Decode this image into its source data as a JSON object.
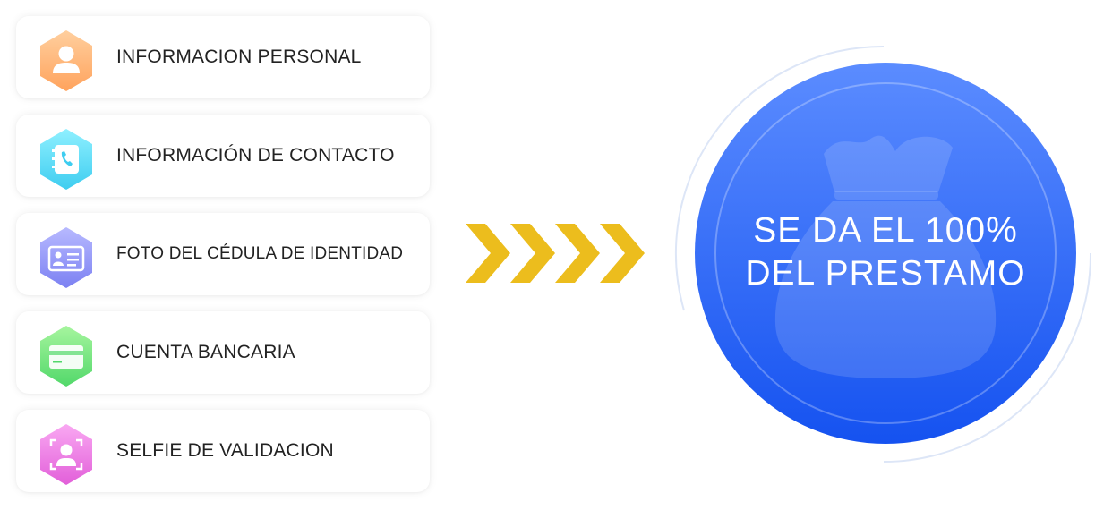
{
  "steps": [
    {
      "label": "INFORMACION PERSONAL",
      "icon": "person-icon",
      "color_top": "#ffcf9e",
      "color_bottom": "#ffa35d"
    },
    {
      "label": "INFORMACIÓN DE CONTACTO",
      "icon": "phone-book-icon",
      "color_top": "#8ff0ff",
      "color_bottom": "#3ecdf0"
    },
    {
      "label": "FOTO DEL CÉDULA DE IDENTIDAD",
      "icon": "id-card-icon",
      "color_top": "#b7b9ff",
      "color_bottom": "#7c81f2"
    },
    {
      "label": "CUENTA BANCARIA",
      "icon": "bank-card-icon",
      "color_top": "#a6f59e",
      "color_bottom": "#52d86a"
    },
    {
      "label": "SELFIE DE VALIDACION",
      "icon": "selfie-icon",
      "color_top": "#f9a8f2",
      "color_bottom": "#e25fd9"
    }
  ],
  "arrows": {
    "count": 4,
    "color": "#ecbd1d",
    "icon": "chevron-right-icon"
  },
  "result": {
    "line1": "SE DA EL 100%",
    "line2": "DEL PRESTAMO",
    "icon": "money-bag-icon",
    "color_top": "#5b8cff",
    "color_bottom": "#1552f0"
  }
}
